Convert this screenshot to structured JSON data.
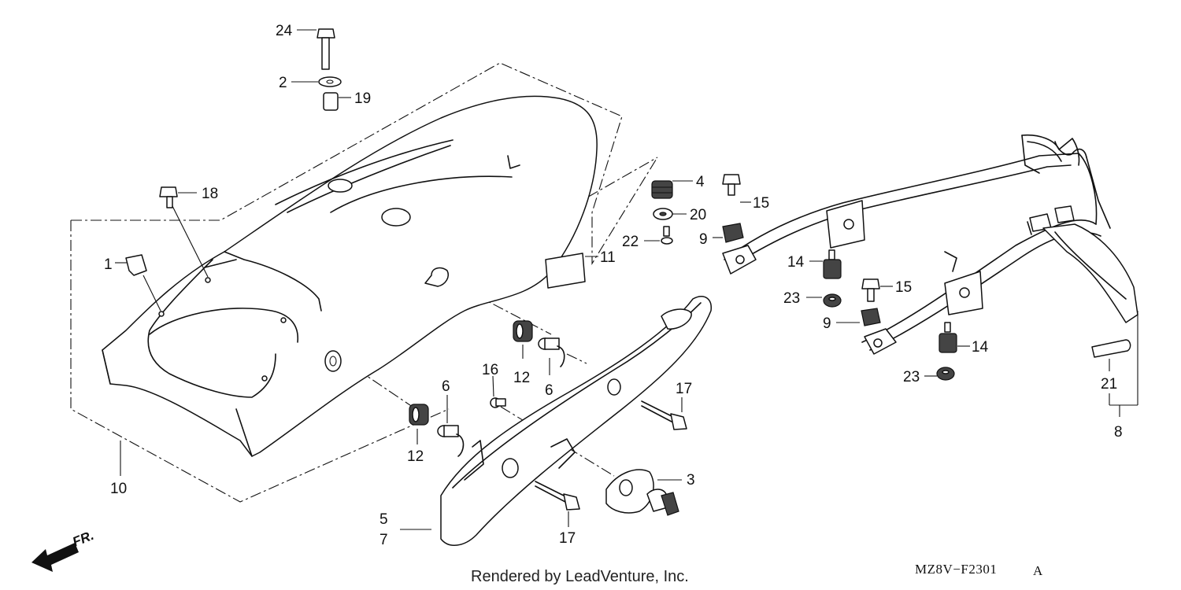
{
  "diagram": {
    "callouts": [
      {
        "id": "c24",
        "label": "24"
      },
      {
        "id": "c2",
        "label": "2"
      },
      {
        "id": "c19",
        "label": "19"
      },
      {
        "id": "c18",
        "label": "18"
      },
      {
        "id": "c1",
        "label": "1"
      },
      {
        "id": "c4",
        "label": "4"
      },
      {
        "id": "c20",
        "label": "20"
      },
      {
        "id": "c22",
        "label": "22"
      },
      {
        "id": "c15a",
        "label": "15"
      },
      {
        "id": "c9a",
        "label": "9"
      },
      {
        "id": "c14a",
        "label": "14"
      },
      {
        "id": "c23a",
        "label": "23"
      },
      {
        "id": "c15b",
        "label": "15"
      },
      {
        "id": "c9b",
        "label": "9"
      },
      {
        "id": "c14b",
        "label": "14"
      },
      {
        "id": "c23b",
        "label": "23"
      },
      {
        "id": "c21",
        "label": "21"
      },
      {
        "id": "c8",
        "label": "8"
      },
      {
        "id": "c11",
        "label": "11"
      },
      {
        "id": "c12a",
        "label": "12"
      },
      {
        "id": "c6a",
        "label": "6"
      },
      {
        "id": "c16",
        "label": "16"
      },
      {
        "id": "c17a",
        "label": "17"
      },
      {
        "id": "c6b",
        "label": "6"
      },
      {
        "id": "c12b",
        "label": "12"
      },
      {
        "id": "c3",
        "label": "3"
      },
      {
        "id": "c17b",
        "label": "17"
      },
      {
        "id": "c5",
        "label": "5"
      },
      {
        "id": "c7",
        "label": "7"
      },
      {
        "id": "c10",
        "label": "10"
      }
    ],
    "front_label": "FR.",
    "diagram_code": "MZ8V−F2301",
    "diagram_code_suffix": "A",
    "credit": "Rendered by LeadVenture, Inc."
  }
}
